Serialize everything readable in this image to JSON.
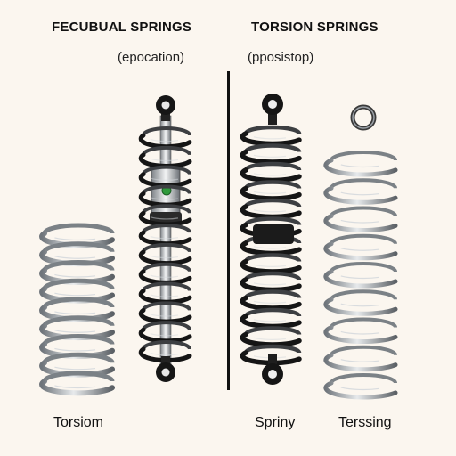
{
  "headings": {
    "left_title": "FECUBUAL SPRINGS",
    "left_subtitle": "(epocation)",
    "right_title": "TORSION SPRINGS",
    "right_subtitle": "(pposistop)"
  },
  "captions": {
    "left": "Torsiom",
    "center": "Spriny",
    "right": "Terssing"
  },
  "illustration": {
    "items": [
      "compression-spring",
      "coilover-shock-absorber",
      "torsion-spring-with-eyes",
      "open-coil-spring-with-ring"
    ],
    "colors": {
      "background": "#fbf6ef",
      "steel": "#8f959b",
      "steel_light": "#d5d9dd",
      "dark": "#151515",
      "accent": "#2f9a3c"
    }
  }
}
